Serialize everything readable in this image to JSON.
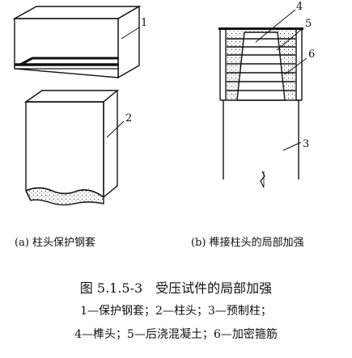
{
  "figure": {
    "title": "图 5.1.5-3　受压试件的局部加强",
    "legend_line1": "1—保护钢套；2—柱头；3—预制柱；",
    "legend_line2": "4—榫头；5—后浇混凝土；6—加密箍筋"
  },
  "subfigure_a": {
    "caption": "(a) 柱头保护钢套",
    "callouts": [
      "1",
      "2"
    ]
  },
  "subfigure_b": {
    "caption": "(b) 榫接柱头的局部加强",
    "callouts": [
      "4",
      "5",
      "6",
      "3"
    ]
  }
}
